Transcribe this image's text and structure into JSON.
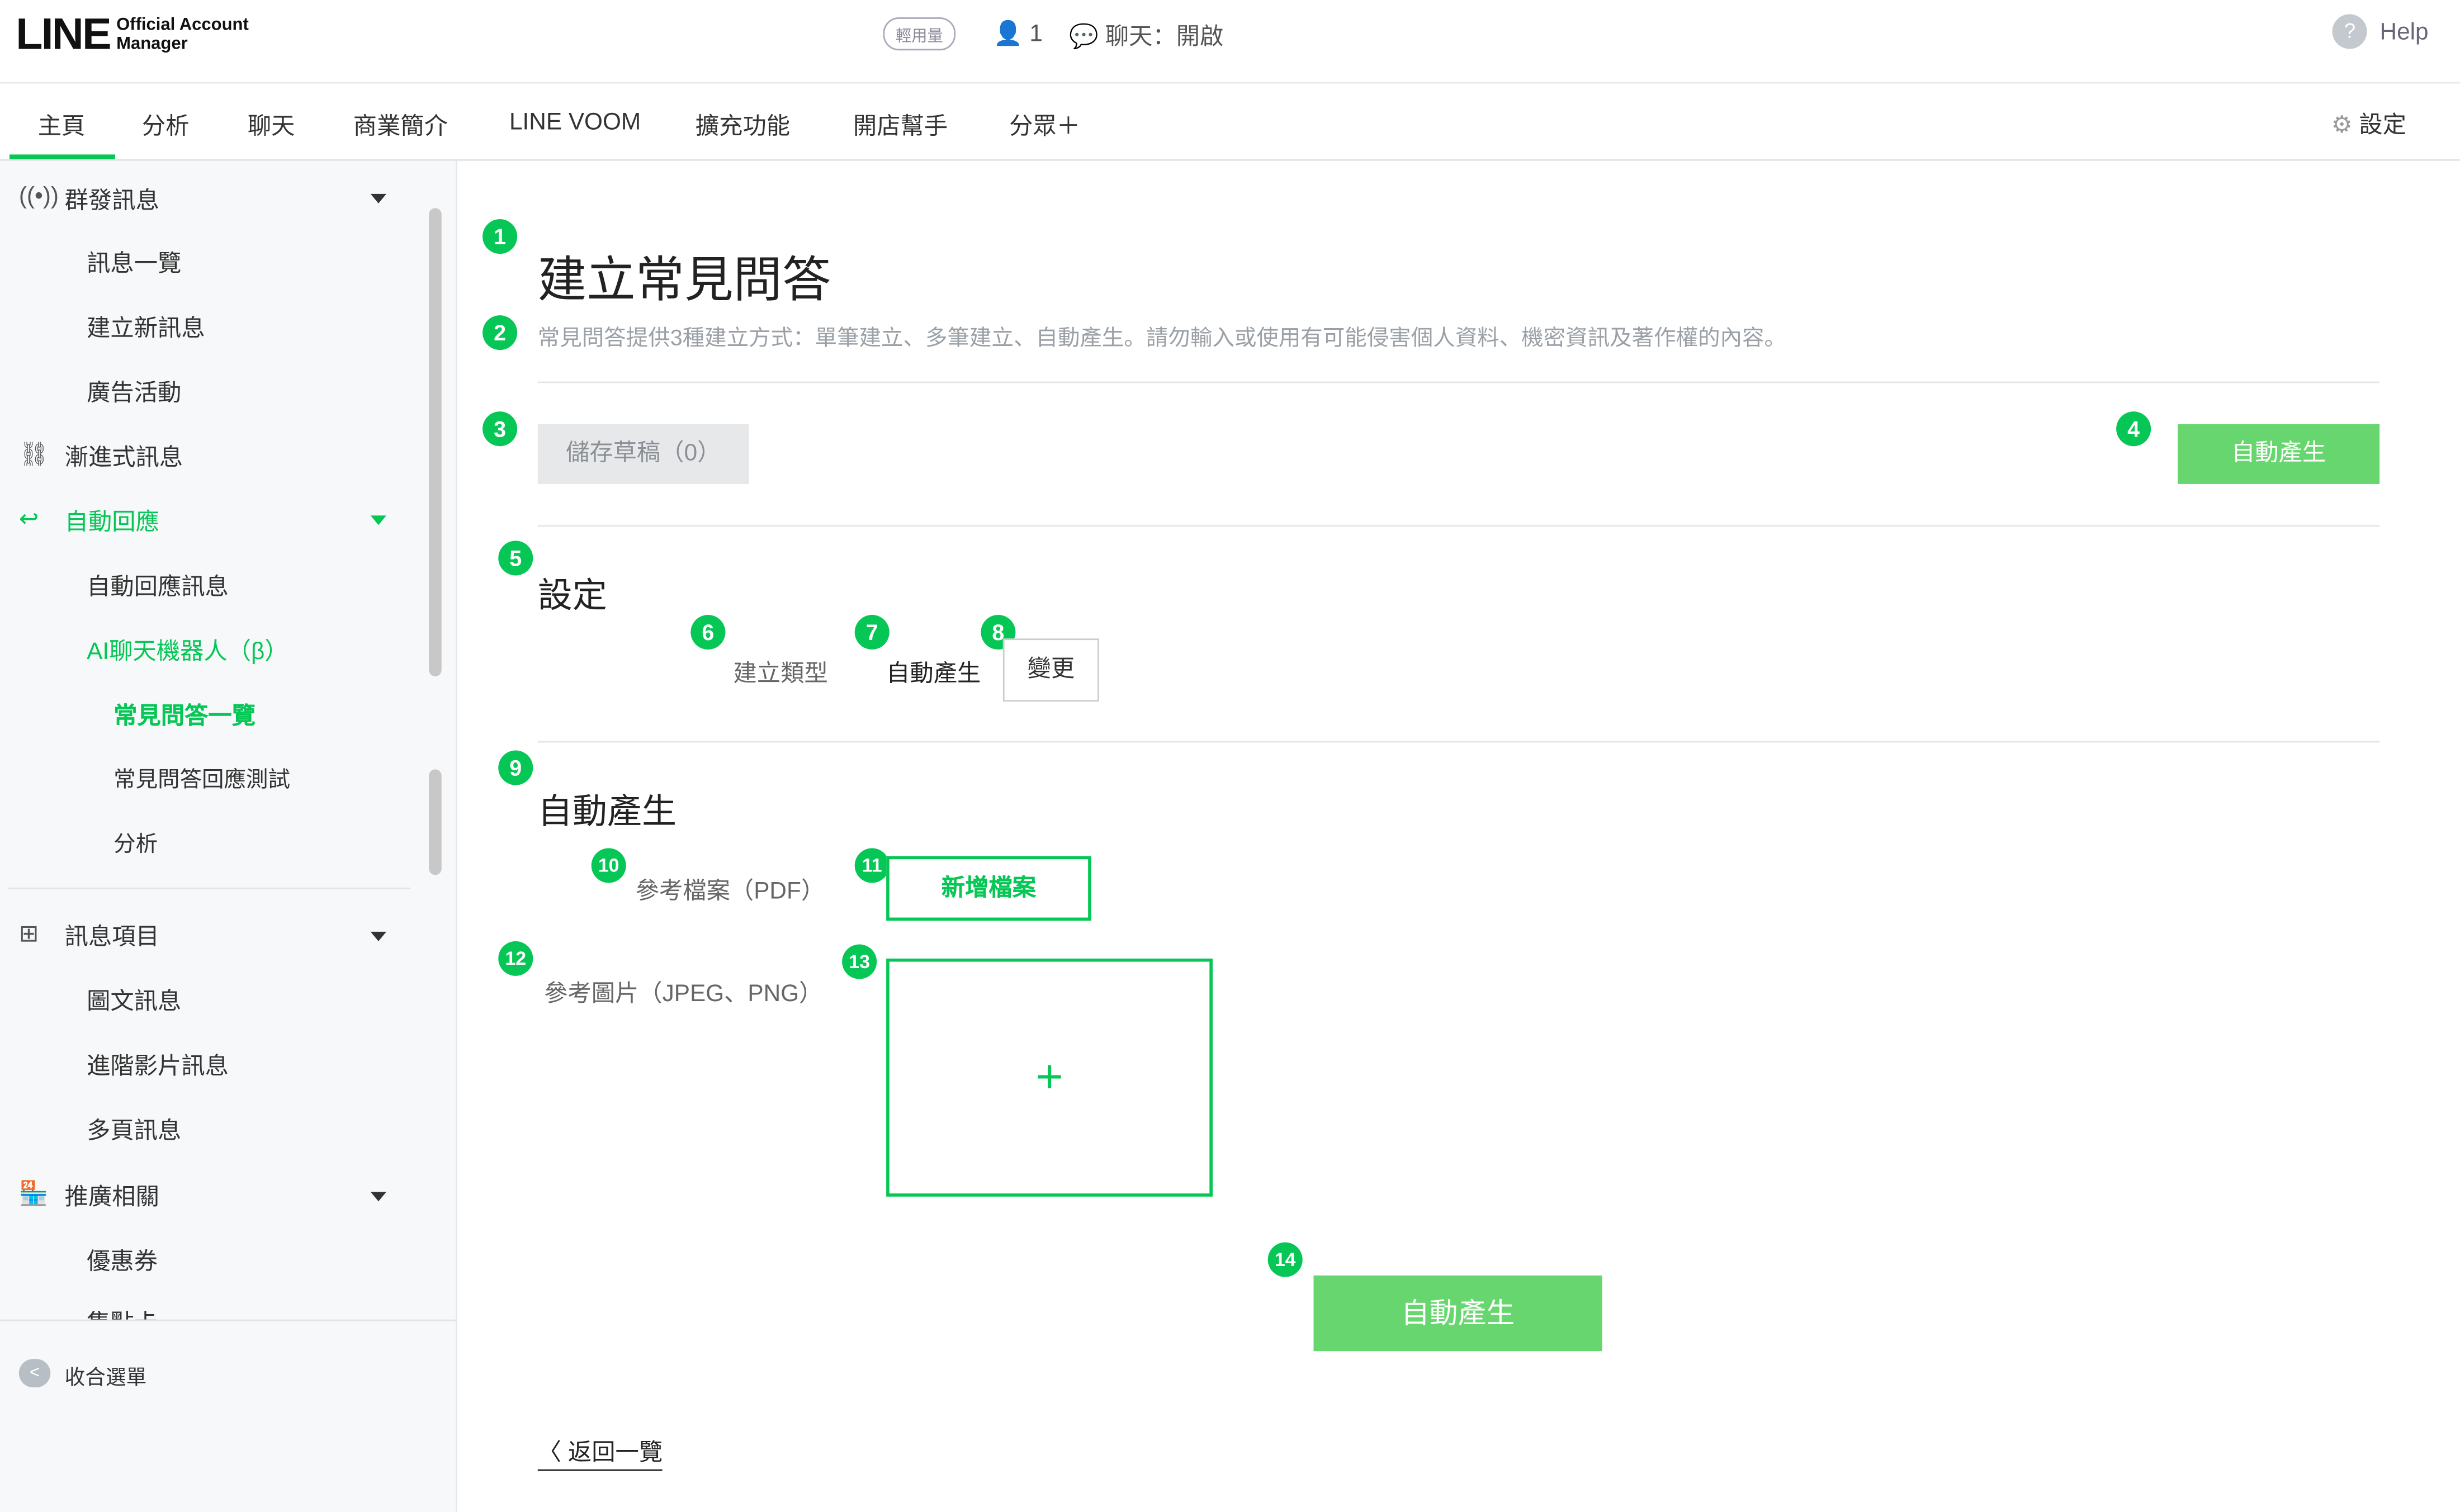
{
  "header": {
    "logo_main": "LINE",
    "logo_sub1": "Official Account",
    "logo_sub2": "Manager",
    "plan_badge": "輕用量",
    "friends_count": "1",
    "chat_status": "聊天：開啟",
    "help": "Help"
  },
  "nav": {
    "tabs": [
      "主頁",
      "分析",
      "聊天",
      "商業簡介",
      "LINE VOOM",
      "擴充功能",
      "開店幫手",
      "分眾＋"
    ],
    "active": "主頁",
    "settings": "設定"
  },
  "sidebar": {
    "broadcast": "群發訊息",
    "broadcast_items": [
      "訊息一覽",
      "建立新訊息",
      "廣告活動"
    ],
    "step": "漸進式訊息",
    "auto_reply": "自動回應",
    "auto_reply_msg": "自動回應訊息",
    "ai_bot": "AI聊天機器人（β）",
    "faq_list": "常見問答一覽",
    "faq_test": "常見問答回應測試",
    "analysis": "分析",
    "msg_items": "訊息項目",
    "msg_items_list": [
      "圖文訊息",
      "進階影片訊息",
      "多頁訊息"
    ],
    "promo": "推廣相關",
    "promo_items": [
      "優惠券",
      "集點卡"
    ],
    "collapse": "收合選單"
  },
  "main": {
    "title": "建立常見問答",
    "description": "常見問答提供3種建立方式：單筆建立、多筆建立、自動產生。請勿輸入或使用有可能侵害個人資料、機密資訊及著作權的內容。",
    "save_draft": "儲存草稿（0）",
    "auto_generate_top": "自動產生",
    "settings_heading": "設定",
    "create_type_label": "建立類型",
    "create_type_value": "自動產生",
    "change_button": "變更",
    "auto_heading": "自動產生",
    "ref_file_label": "參考檔案（PDF）",
    "add_file": "新增檔案",
    "ref_image_label": "參考圖片（JPEG、PNG）",
    "add_image": "+",
    "auto_generate_bottom": "自動產生",
    "back": "返回一覽",
    "badges": [
      "1",
      "2",
      "3",
      "4",
      "5",
      "6",
      "7",
      "8",
      "9",
      "10",
      "11",
      "12",
      "13",
      "14"
    ]
  },
  "colors": {
    "brand": "#06c755",
    "button": "#68d66f"
  }
}
